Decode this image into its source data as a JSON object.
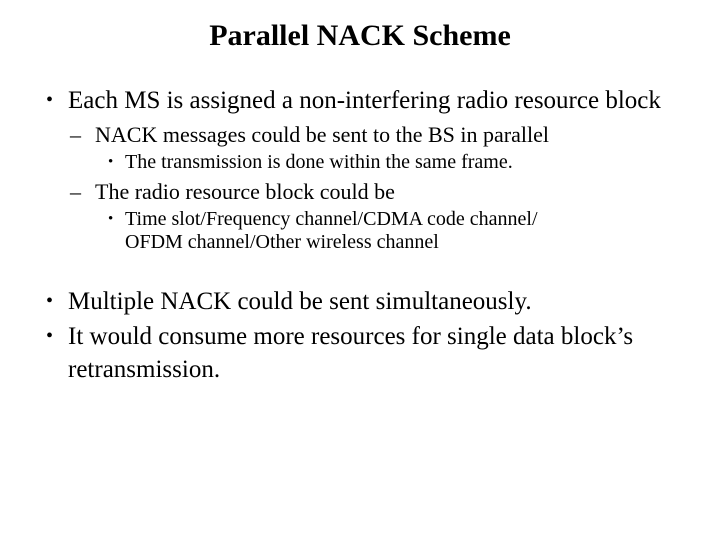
{
  "slide": {
    "title": "Parallel NACK Scheme",
    "colors": {
      "background": "#ffffff",
      "text": "#000000"
    },
    "bullets": [
      {
        "level": 1,
        "marker": "•",
        "text": "Each MS is assigned a non-interfering radio resource block"
      },
      {
        "level": 2,
        "marker": "–",
        "text": "NACK messages could be sent to the BS in parallel"
      },
      {
        "level": 3,
        "marker": "•",
        "text": "The transmission is done within the same frame."
      },
      {
        "level": 2,
        "marker": "–",
        "text": "The radio resource block could be"
      },
      {
        "level": 3,
        "marker": "•",
        "text": "Time slot/Frequency channel/CDMA code channel/ OFDM channel/Other wireless channel"
      },
      {
        "level": 1,
        "marker": "•",
        "text": "Multiple NACK could be sent simultaneously."
      },
      {
        "level": 1,
        "marker": "•",
        "text": "It would consume more resources for single data block’s retransmission."
      }
    ]
  }
}
